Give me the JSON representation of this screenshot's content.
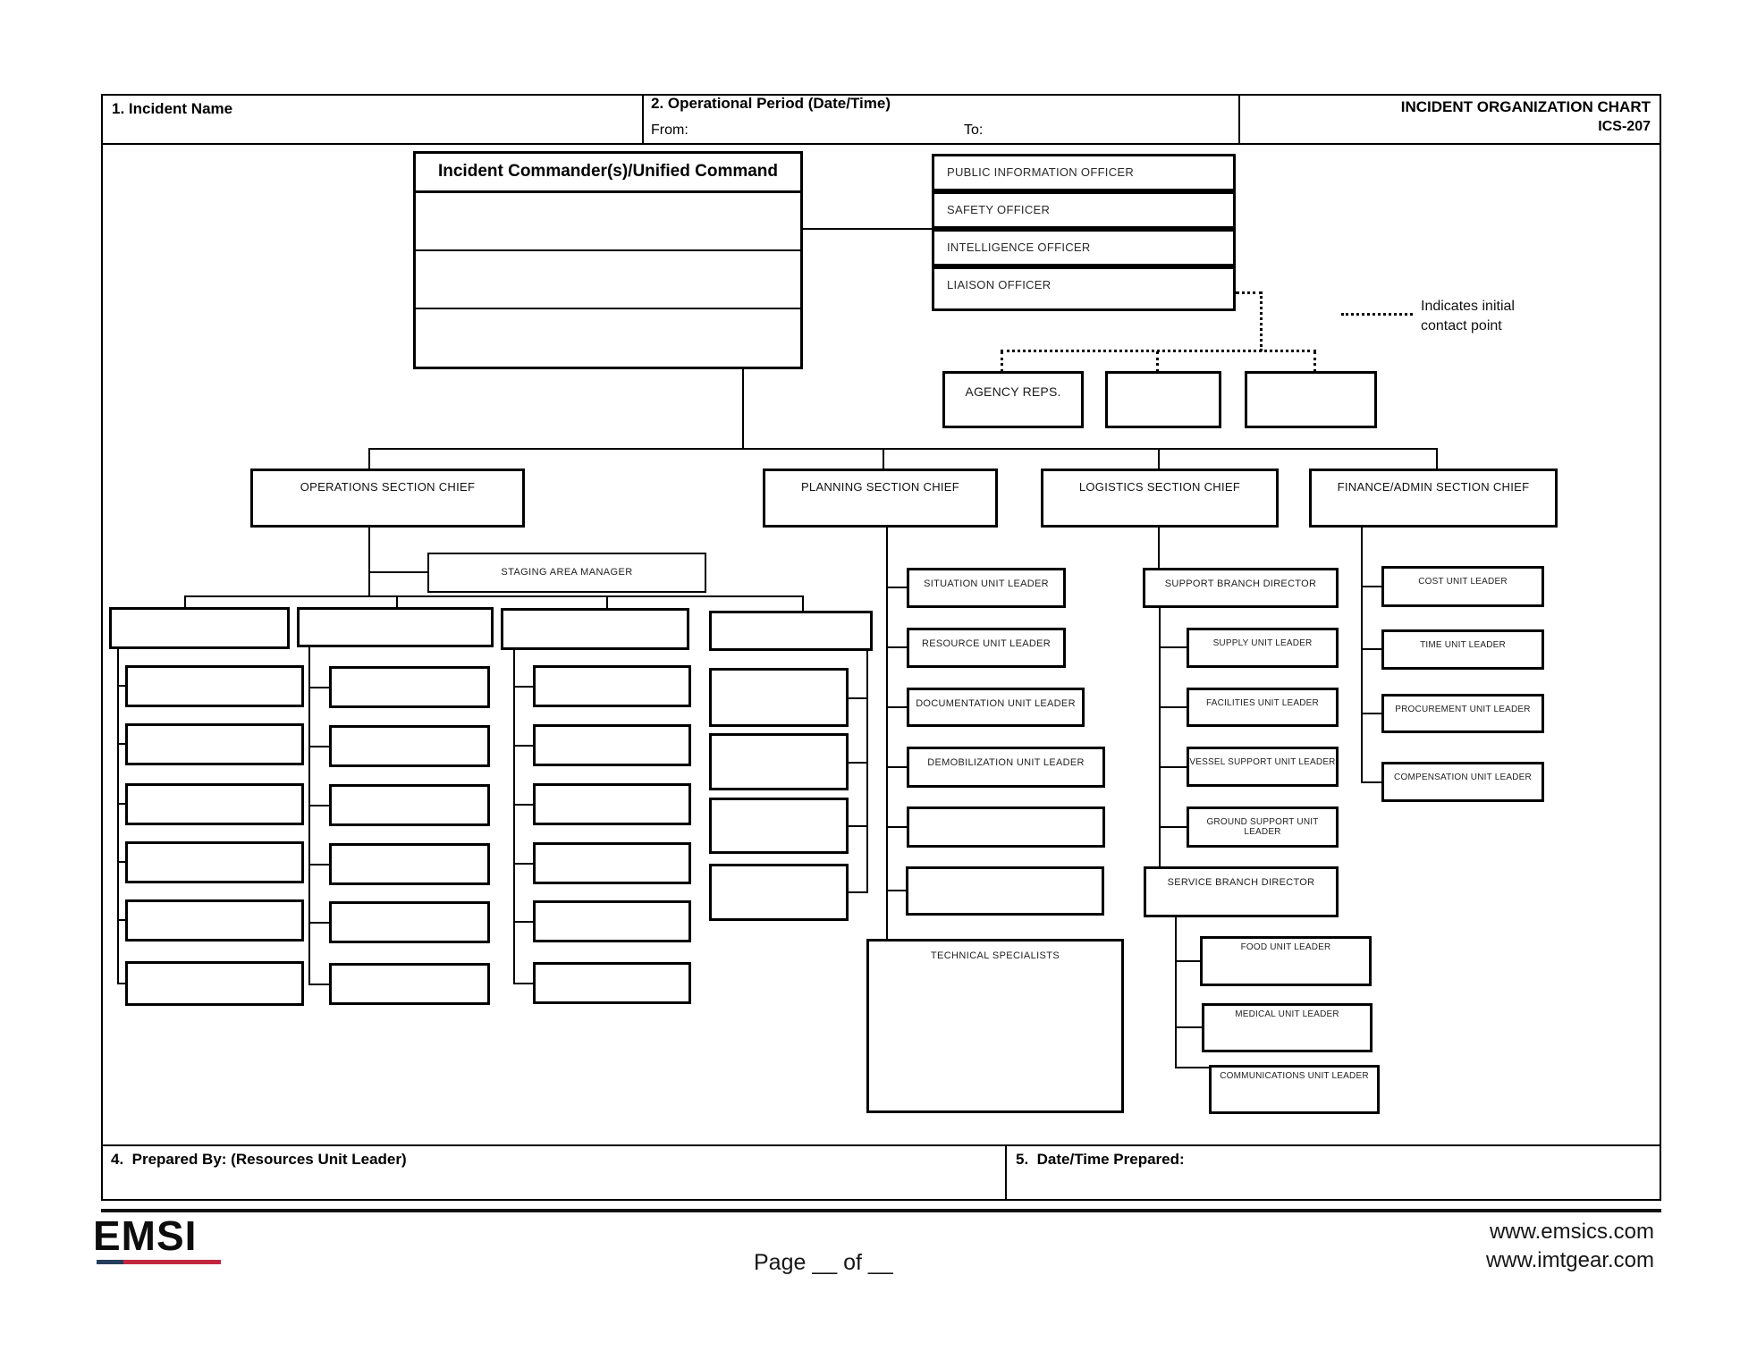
{
  "header": {
    "incident_name_label": "1. Incident Name",
    "operational_period_label": "2. Operational Period (Date/Time)",
    "from_label": "From:",
    "to_label": "To:",
    "title": "INCIDENT ORGANIZATION CHART",
    "form_number": "ICS-207"
  },
  "chart": {
    "ic_title": "Incident Commander(s)/Unified Command",
    "officers": [
      "PUBLIC INFORMATION OFFICER",
      "SAFETY OFFICER",
      "INTELLIGENCE OFFICER",
      "LIAISON OFFICER"
    ],
    "legend": {
      "line1": "Indicates initial",
      "line2": "contact point"
    },
    "agency_reps_label": "AGENCY REPS.",
    "chiefs": {
      "operations": "OPERATIONS SECTION CHIEF",
      "planning": "PLANNING SECTION CHIEF",
      "logistics": "LOGISTICS SECTION CHIEF",
      "finance": "FINANCE/ADMIN SECTION CHIEF"
    },
    "operations": {
      "staging_label": "STAGING AREA MANAGER"
    },
    "planning": {
      "units": [
        "SITUATION UNIT LEADER",
        "RESOURCE UNIT LEADER",
        "DOCUMENTATION UNIT LEADER",
        "DEMOBILIZATION UNIT LEADER"
      ],
      "technical_specialists_label": "TECHNICAL SPECIALISTS"
    },
    "logistics": {
      "support_branch_label": "SUPPORT BRANCH DIRECTOR",
      "support_units": [
        "SUPPLY UNIT LEADER",
        "FACILITIES UNIT LEADER",
        "VESSEL SUPPORT UNIT LEADER",
        "GROUND SUPPORT UNIT LEADER"
      ],
      "service_branch_label": "SERVICE BRANCH DIRECTOR",
      "service_units": [
        "FOOD UNIT LEADER",
        "MEDICAL UNIT LEADER",
        "COMMUNICATIONS UNIT LEADER"
      ]
    },
    "finance": {
      "units": [
        "COST UNIT LEADER",
        "TIME UNIT LEADER",
        "PROCUREMENT UNIT LEADER",
        "COMPENSATION UNIT LEADER"
      ]
    }
  },
  "footer": {
    "prepared_by_label": "4.  Prepared By: (Resources Unit Leader)",
    "datetime_label": "5.  Date/Time Prepared:"
  },
  "branding": {
    "logo_text": "EMSI",
    "logo_colors": {
      "navy": "#253f5b",
      "red": "#c32740"
    },
    "page_label": "Page __ of __",
    "website1": "www.emsics.com",
    "website2": "www.imtgear.com"
  }
}
